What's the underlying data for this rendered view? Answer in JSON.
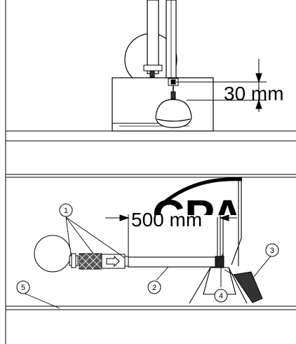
{
  "upper_panel": {
    "dimension_label": "30 mm"
  },
  "lower_panel": {
    "dimension_label": "500 mm",
    "watermark_text": "CPA",
    "callouts": [
      "1",
      "2",
      "3",
      "4",
      "5"
    ]
  }
}
